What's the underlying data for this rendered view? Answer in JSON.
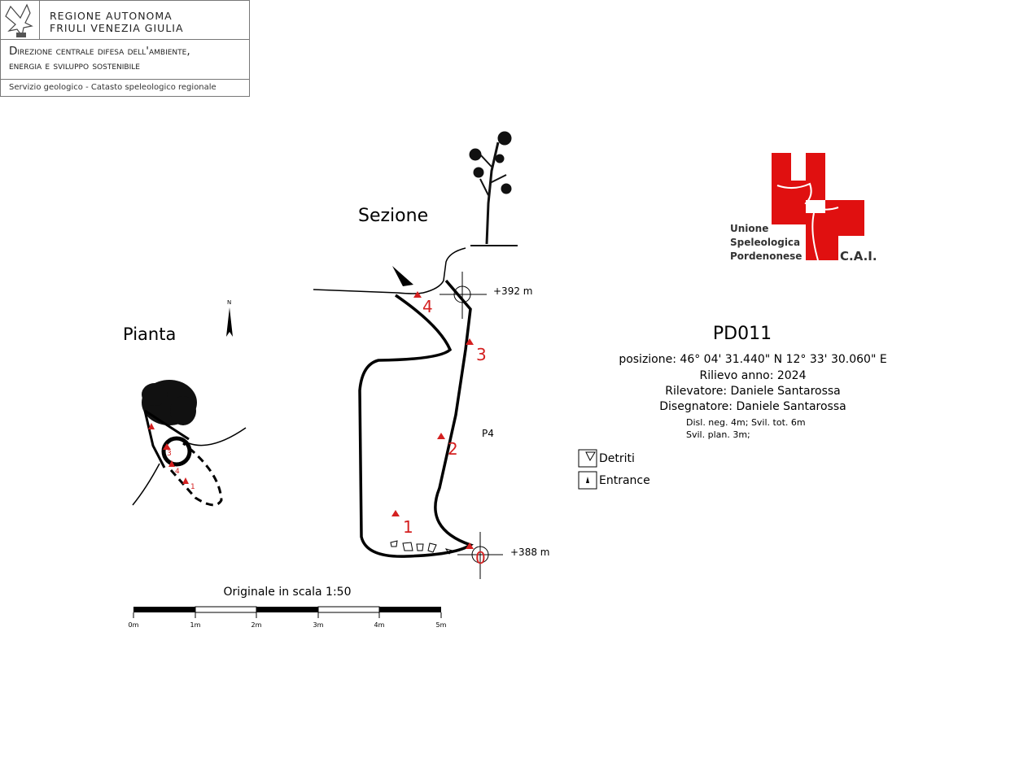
{
  "header": {
    "region_line1": "Regione Autonoma",
    "region_line2": "Friuli Venezia Giulia",
    "direction_line1": "Direzione centrale difesa dell'ambiente,",
    "direction_line2": "energia e sviluppo sostenibile",
    "service": "Servizio geologico - Catasto speleologico regionale"
  },
  "logo": {
    "line1": "Unione",
    "line2": "Speleologica",
    "line3": "Pordenonese",
    "cai": "C.A.I.",
    "color": "#e01010"
  },
  "plan": {
    "title": "Pianta",
    "north": "N",
    "stations": [
      "1",
      "4",
      "3"
    ]
  },
  "section": {
    "title": "Sezione",
    "elevation_top": "+392 m",
    "elevation_bottom": "+388 m",
    "pitch_label": "P4",
    "stations": [
      "0",
      "1",
      "2",
      "3",
      "4"
    ]
  },
  "info": {
    "code": "PD011",
    "position": "posizione: 46° 04' 31.440\" N 12° 33' 30.060\" E",
    "year": "Rilievo anno: 2024",
    "surveyor": "Rilevatore: Daniele Santarossa",
    "drafter": "Disegnatore: Daniele Santarossa",
    "stats1": "Disl. neg. 4m; Svil. tot. 6m",
    "stats2": "Svil. plan. 3m;"
  },
  "legend": [
    {
      "label": "Detriti",
      "icon": "debris-icon"
    },
    {
      "label": "Entrance",
      "icon": "entrance-icon"
    }
  ],
  "scale": {
    "title": "Originale in scala 1:50",
    "ticks": [
      "0m",
      "1m",
      "2m",
      "3m",
      "4m",
      "5m"
    ]
  },
  "colors": {
    "station": "#d42020",
    "line": "#000000"
  }
}
